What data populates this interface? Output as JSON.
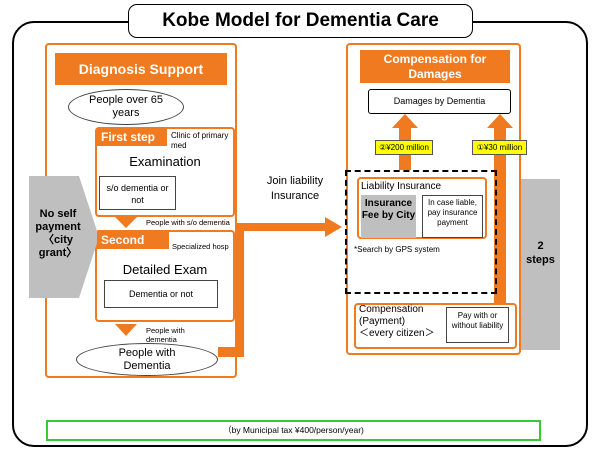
{
  "title": "Kobe Model for Dementia Care",
  "colors": {
    "accent": "#f07a1f",
    "grey": "#bfbfbf",
    "yellow": "#ffff00",
    "green": "#33cc33"
  },
  "left_panel": {
    "header": "Diagnosis Support",
    "people_over_65": "People over 65 years",
    "first_step": {
      "tab": "First step",
      "side_note": "Clinic of primary med",
      "main": "Examination",
      "result": "s/o dementia or not"
    },
    "link_note_1": "People with s/o dementia",
    "second_step": {
      "tab": "Second step",
      "side_note": "Specialized hosp",
      "main": "Detailed Exam",
      "result": "Dementia or not"
    },
    "link_note_2": "People with dementia",
    "people_with_dementia": "People with Dementia"
  },
  "side_left": {
    "line1": "No self",
    "line2": "payment",
    "line3": "〈city",
    "line4": "grant〉"
  },
  "middle": {
    "join_label": "Join liability Insurance"
  },
  "right_panel": {
    "header": "Compensation for Damages",
    "damages": "Damages by Dementia",
    "badge_left": "②¥200 million",
    "badge_right": "①¥30 million",
    "liability_title": "Liability Insurance",
    "insurance_fee": "Insurance Fee by City",
    "in_case": "In case liable, pay insurance payment",
    "gps_note": "*Search by GPS system",
    "compensation": {
      "line1": "Compensation",
      "line2": "(Payment)",
      "line3": "＜every citizen＞"
    },
    "pay_with": "Pay with or without liability"
  },
  "side_right": {
    "line1": "2",
    "line2": "steps"
  },
  "footer": "（by Municipal tax ¥400/person/year)"
}
